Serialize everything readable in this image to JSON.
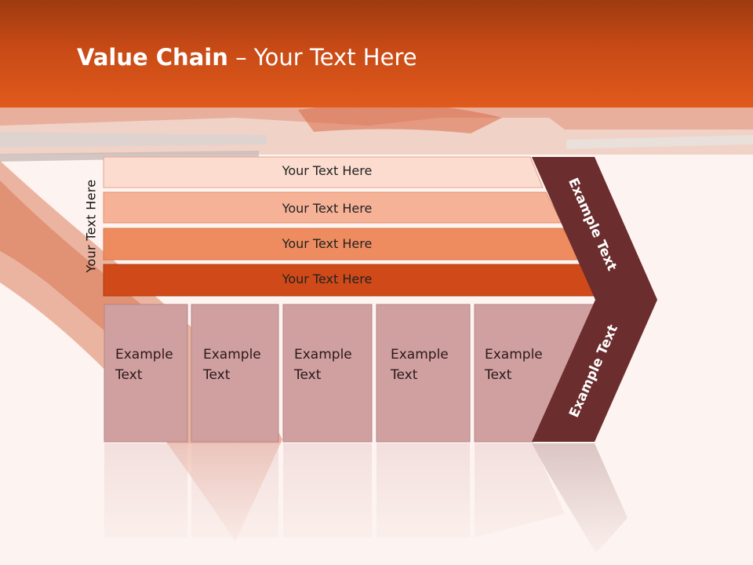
{
  "slide": {
    "title_bold": "Value Chain",
    "title_rest": " – Your Text Here",
    "side_label": "Your Text Here"
  },
  "bars": [
    {
      "label": "Your Text Here",
      "color": "#fbdccf"
    },
    {
      "label": "Your Text Here",
      "color": "#f6b296"
    },
    {
      "label": "Your Text Here",
      "color": "#ef8c5f"
    },
    {
      "label": "Your Text Here",
      "color": "#cf4a18"
    }
  ],
  "boxes": [
    {
      "line1": "Example",
      "line2": "Text"
    },
    {
      "line1": "Example",
      "line2": "Text"
    },
    {
      "line1": "Example",
      "line2": "Text"
    },
    {
      "line1": "Example",
      "line2": "Text"
    },
    {
      "line1": "Example",
      "line2": "Text"
    }
  ],
  "chevron": {
    "upper_label": "Example Text",
    "lower_label": "Example Text",
    "color": "#6b2d2d"
  },
  "colors": {
    "header": "#d4501a",
    "box_fill": "#d09fa0",
    "box_stroke": "#b58788"
  }
}
